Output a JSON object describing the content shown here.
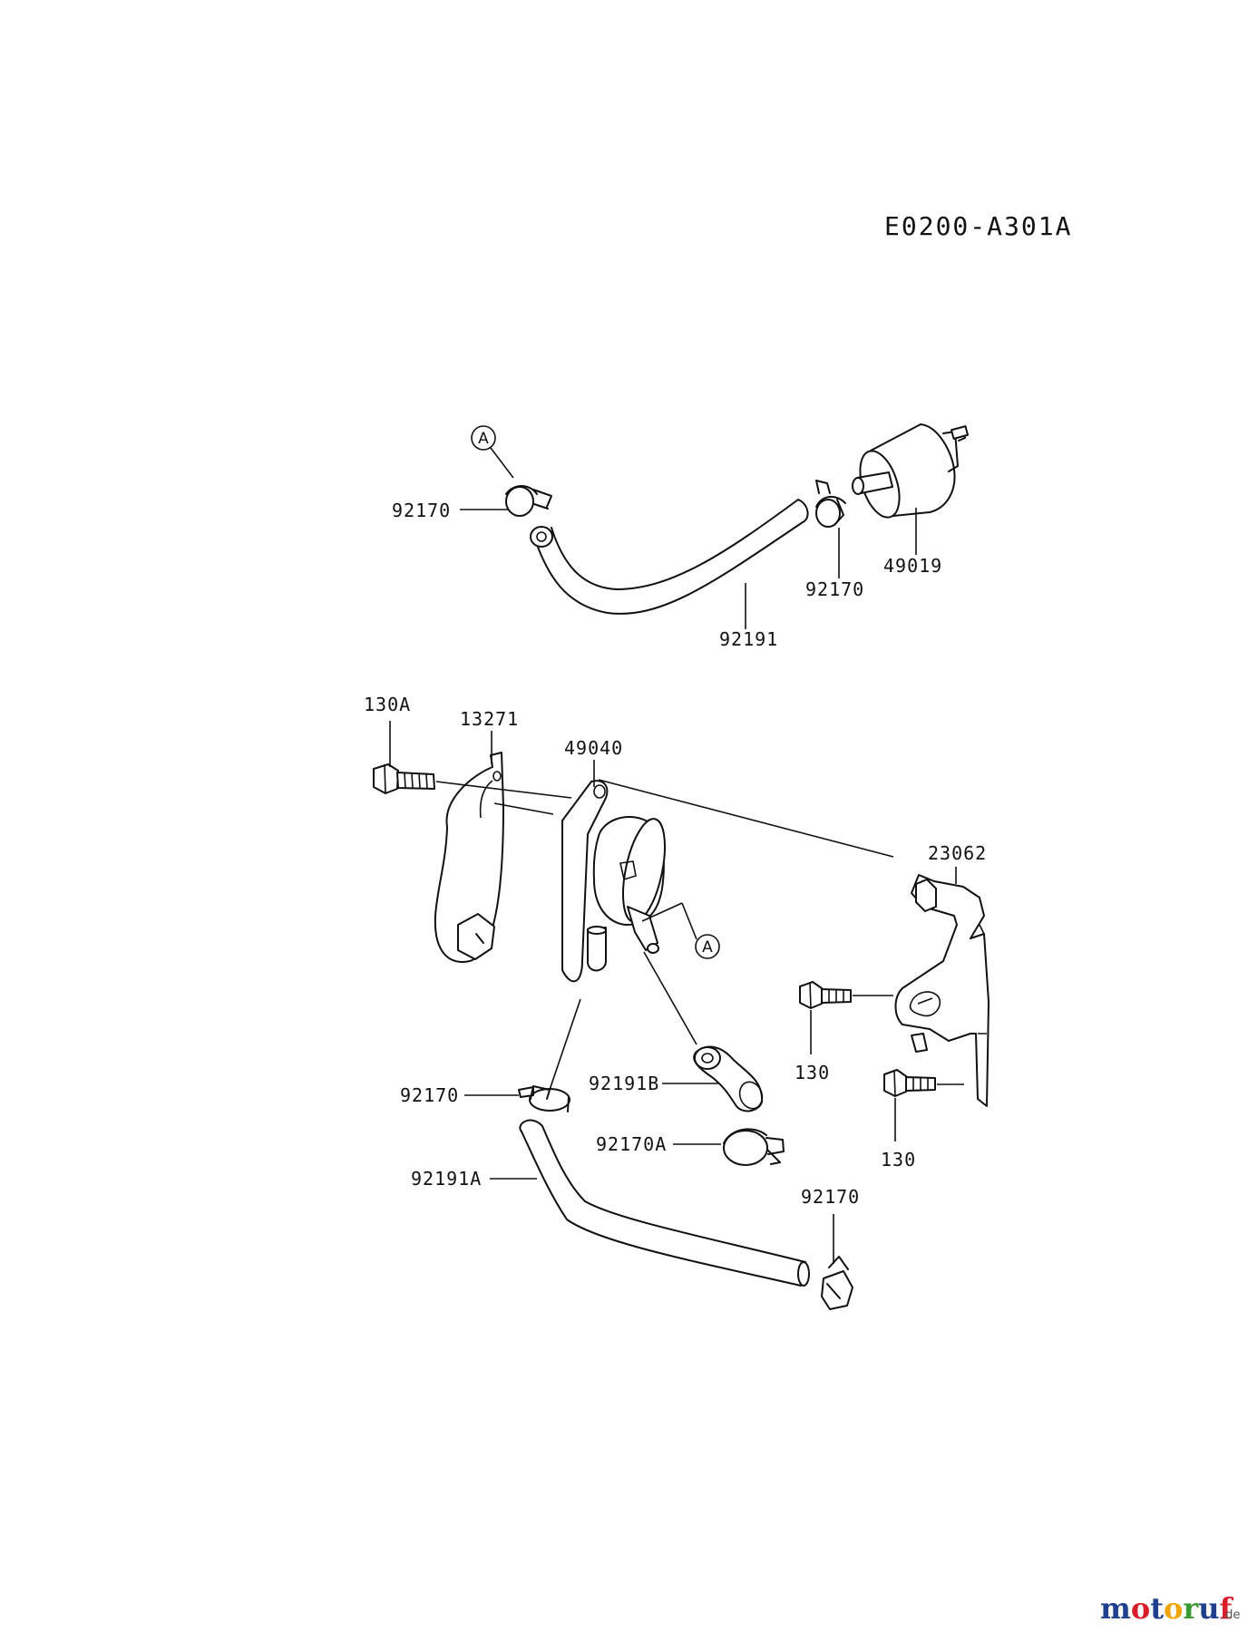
{
  "diagram_code": "E0200-A301A",
  "callout_letter": "A",
  "parts": {
    "clamp_top_left": "92170",
    "hose_top": "92191",
    "clamp_top_right": "92170",
    "fuel_filter": "49019",
    "bolt_upper_left": "130A",
    "gasket": "13271",
    "fuel_pump": "49040",
    "bracket": "23062",
    "bolt_bracket_upper": "130",
    "bolt_bracket_lower": "130",
    "clamp_pump_outlet": "92170",
    "hose_pump_short": "92191B",
    "clamp_short_hose": "92170A",
    "hose_lower": "92191A",
    "clamp_lower_right": "92170"
  },
  "watermark": {
    "brand": "motoruf",
    "tld": ".de",
    "colors": {
      "m": "#1f3f8f",
      "o1": "#d81e2a",
      "t": "#1f3f8f",
      "o2": "#f0a400",
      "r": "#3a9a34",
      "u": "#1f3f8f",
      "f": "#d81e2a"
    }
  }
}
